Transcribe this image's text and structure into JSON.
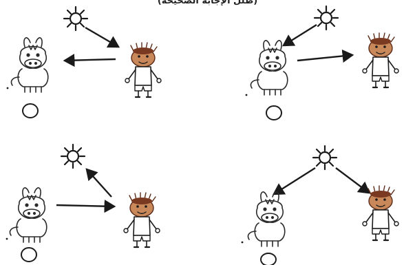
{
  "instruction": "(ظلل الإجابة الصحيحة)",
  "options": [
    {
      "id": "top-left",
      "answer_selected": false
    },
    {
      "id": "top-right",
      "answer_selected": false
    },
    {
      "id": "bottom-left",
      "answer_selected": false
    },
    {
      "id": "bottom-right",
      "answer_selected": false
    }
  ],
  "icons": {
    "sun": "sun-icon",
    "donkey": "donkey-icon",
    "person": "child-icon",
    "arrow": "arrow-icon",
    "answer": "answer-circle"
  },
  "colors": {
    "ink": "#1a1a1a",
    "face": "#c9885a",
    "hair": "#7a3a22",
    "paper": "#ffffff"
  }
}
